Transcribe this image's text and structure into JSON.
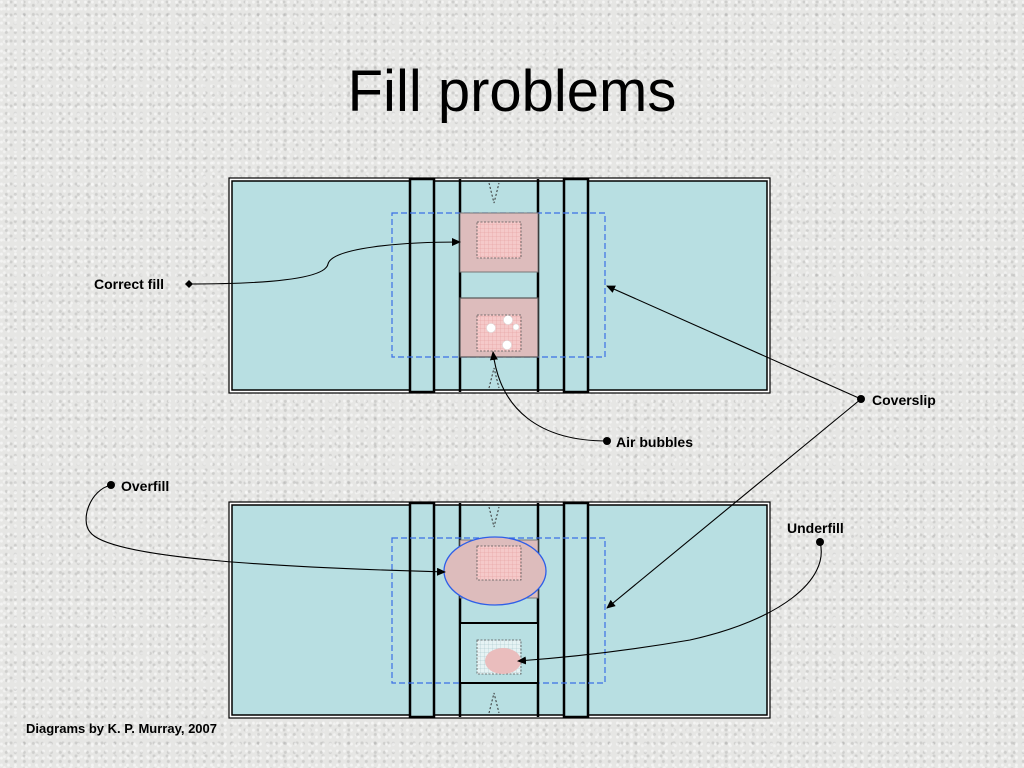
{
  "title": "Fill problems",
  "labels": {
    "correct_fill": "Correct fill",
    "coverslip": "Coverslip",
    "air_bubbles": "Air bubbles",
    "overfill": "Overfill",
    "underfill": "Underfill"
  },
  "credit": "Diagrams by K. P. Murray, 2007",
  "colors": {
    "slide": "#b8dfe2",
    "chamber_fill": "#ddbcbc",
    "sample": "#f0c2c2",
    "coverslip_outline": "#3a6fe6",
    "overfill_outline": "#2e5fe8",
    "underfill_grid": "#e4f0f2"
  }
}
